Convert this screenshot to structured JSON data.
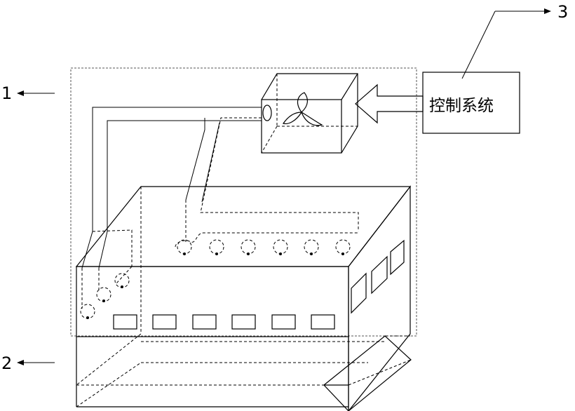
{
  "labels": {
    "label_1": "1",
    "label_2": "2",
    "label_3": "3",
    "control_system": "控制系统"
  },
  "colors": {
    "stroke": "#000000",
    "background": "#ffffff"
  }
}
